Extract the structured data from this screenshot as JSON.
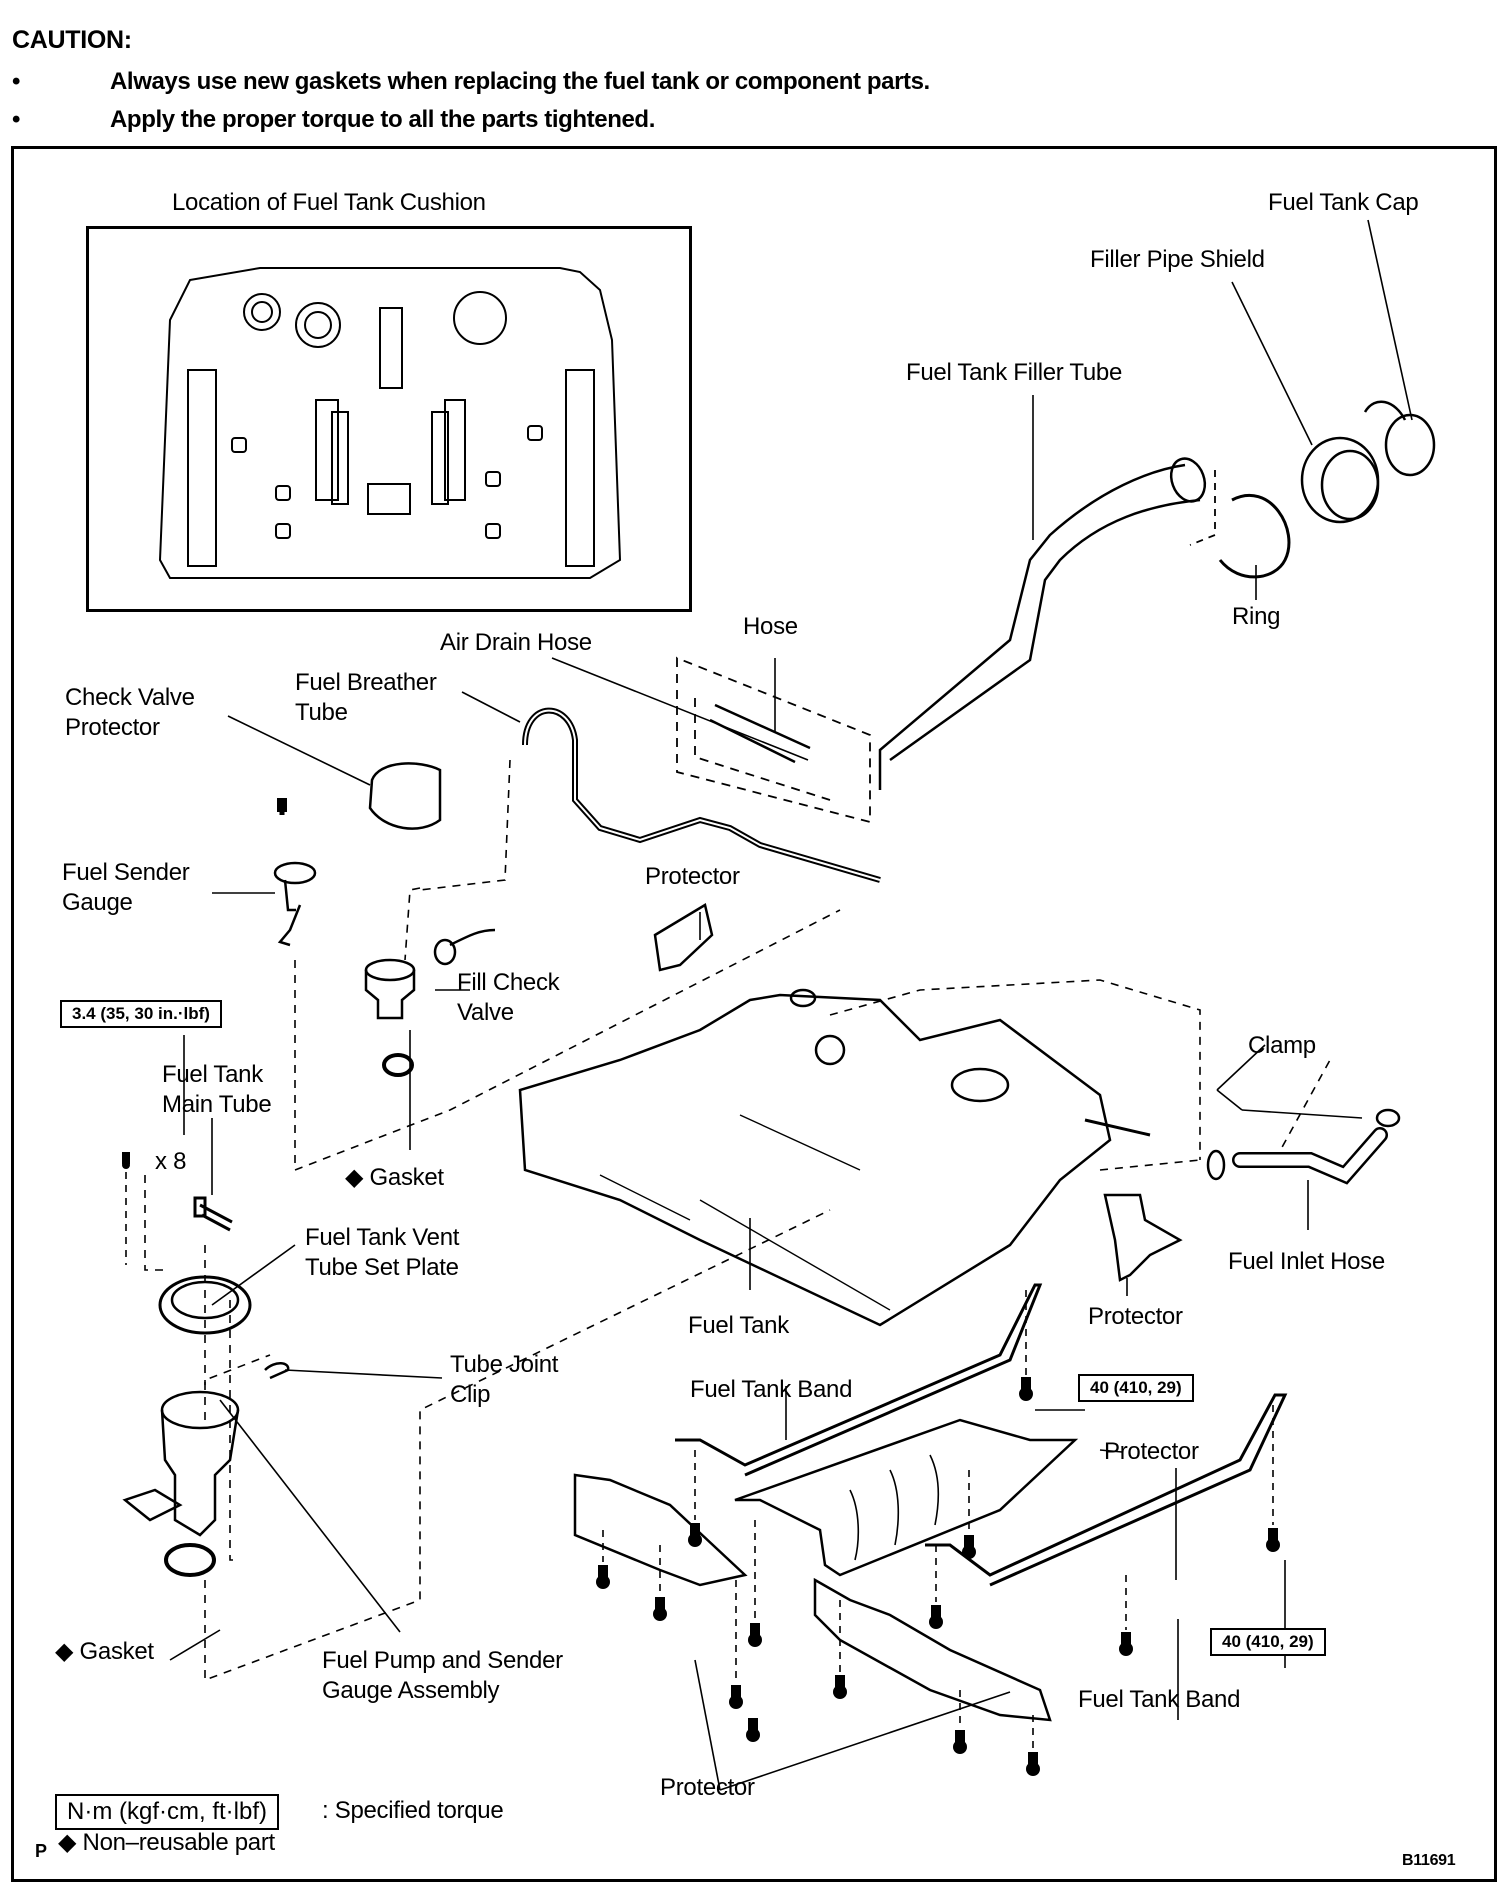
{
  "caution": {
    "title": "CAUTION:",
    "bullets": [
      "Always use new gaskets when replacing the fuel tank or component parts.",
      "Apply the proper torque to all the parts tightened."
    ],
    "bullet_symbol": "•"
  },
  "inset": {
    "title": "Location of Fuel Tank Cushion"
  },
  "labels": {
    "fuel_tank_cap": "Fuel Tank Cap",
    "filler_pipe_shield": "Filler Pipe Shield",
    "fuel_tank_filler_tube": "Fuel Tank Filler Tube",
    "ring": "Ring",
    "hose": "Hose",
    "air_drain_hose": "Air Drain Hose",
    "check_valve_protector_1": "Check Valve",
    "check_valve_protector_2": "Protector",
    "fuel_breather_tube_1": "Fuel Breather",
    "fuel_breather_tube_2": "Tube",
    "fuel_sender_gauge_1": "Fuel Sender",
    "fuel_sender_gauge_2": "Gauge",
    "protector_upper": "Protector",
    "fill_check_valve_1": "Fill Check",
    "fill_check_valve_2": "Valve",
    "fuel_tank_main_tube_1": "Fuel Tank",
    "fuel_tank_main_tube_2": "Main Tube",
    "gasket_upper": "Gasket",
    "x8": "x 8",
    "clamp": "Clamp",
    "fuel_inlet_hose": "Fuel Inlet Hose",
    "vent_plate_1": "Fuel Tank Vent",
    "vent_plate_2": "Tube Set Plate",
    "fuel_tank": "Fuel Tank",
    "protector_right": "Protector",
    "tube_joint_clip_1": "Tube Joint",
    "tube_joint_clip_2": "Clip",
    "fuel_tank_band_upper": "Fuel Tank Band",
    "protector_band": "Protector",
    "gasket_lower": "Gasket",
    "fuel_pump_1": "Fuel Pump and Sender",
    "fuel_pump_2": "Gauge Assembly",
    "fuel_tank_band_lower": "Fuel Tank Band",
    "protector_bottom": "Protector"
  },
  "torques": {
    "sender_bolts": "3.4 (35, 30 in.·lbf)",
    "band_upper": "40 (410, 29)",
    "band_lower": "40 (410, 29)"
  },
  "legend": {
    "torque_unit": "N·m (kgf·cm, ft·lbf)",
    "torque_desc": ": Specified torque",
    "non_reusable_symbol": "◆",
    "non_reusable_desc": "Non–reusable part",
    "page_marker": "P"
  },
  "figure_id": "B11691",
  "symbols": {
    "diamond": "◆"
  }
}
